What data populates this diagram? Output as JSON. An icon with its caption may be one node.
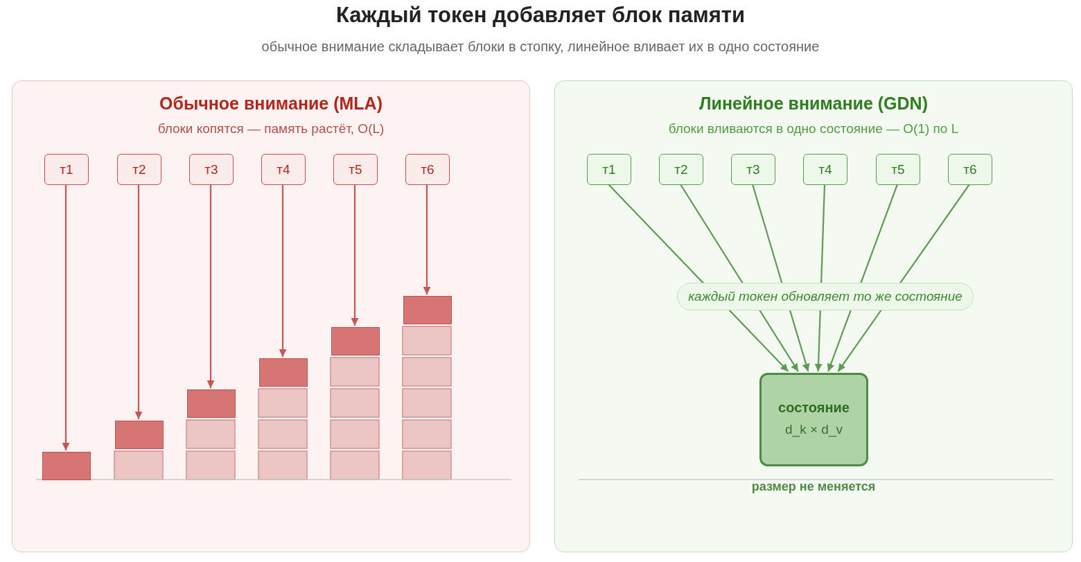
{
  "diagram": {
    "title": "Каждый токен добавляет блок памяти",
    "nodes": [
      {
        "text": [
          "Обычное внимание (MLA)",
          "блоки копятся — память растёт, O(L)"
        ]
      },
      {
        "text": [
          "т1"
        ],
        "in": 0
      },
      {
        "text": [
          "т2"
        ],
        "in": 0
      },
      {
        "text": [
          "т3"
        ],
        "in": 0
      },
      {
        "text": [
          "т4"
        ],
        "in": 0
      },
      {
        "text": [
          "т5"
        ],
        "in": 0
      },
      {
        "text": [
          "т6"
        ],
        "in": 0
      },
      {
        "text": [],
        "shape": "box",
        "in": 0
      },
      {
        "text": [],
        "shape": "box",
        "in": 0
      },
      {
        "text": [],
        "shape": "box",
        "in": 0
      },
      {
        "text": [],
        "shape": "box",
        "in": 0
      },
      {
        "text": [],
        "shape": "box",
        "in": 0
      },
      {
        "text": [],
        "shape": "box",
        "in": 0
      },
      {
        "text": [
          "Линейное внимание (GDN)",
          "блоки вливаются в одно состояние — O(1) по L"
        ]
      },
      {
        "text": [
          "т1"
        ],
        "in": 13
      },
      {
        "text": [
          "т2"
        ],
        "in": 13
      },
      {
        "text": [
          "т3"
        ],
        "in": 13
      },
      {
        "text": [
          "т4"
        ],
        "in": 13
      },
      {
        "text": [
          "т5"
        ],
        "in": 13
      },
      {
        "text": [
          "т6"
        ],
        "in": 13
      },
      {
        "text": [
          "состояние",
          "d_k × d_v"
        ],
        "in": 13
      }
    ],
    "edges": [
      {
        "from": 1,
        "to": 7,
        "arrow": "to",
        "color": "#c85555"
      },
      {
        "from": 2,
        "to": 8,
        "arrow": "to",
        "color": "#c85555"
      },
      {
        "from": 3,
        "to": 9,
        "arrow": "to",
        "color": "#c85555"
      },
      {
        "from": 4,
        "to": 10,
        "arrow": "to",
        "color": "#c85555"
      },
      {
        "from": 5,
        "to": 11,
        "arrow": "to",
        "color": "#c85555"
      },
      {
        "from": 6,
        "to": 12,
        "arrow": "to",
        "color": "#c85555"
      },
      {
        "from": 14,
        "to": 20,
        "arrow": "to",
        "color": "#5f9a55"
      },
      {
        "from": 15,
        "to": 20,
        "arrow": "to",
        "color": "#5f9a55"
      },
      {
        "from": 16,
        "to": 20,
        "arrow": "to",
        "color": "#5f9a55"
      },
      {
        "from": 17,
        "to": 20,
        "arrow": "to",
        "color": "#5f9a55"
      },
      {
        "from": 18,
        "to": 20,
        "arrow": "to",
        "color": "#5f9a55"
      },
      {
        "from": 19,
        "to": 20,
        "arrow": "to",
        "color": "#5f9a55"
      }
    ],
    "labels": [
      "обычное внимание складывает блоки в стопку, линейное вливает их в одно состояние",
      "каждый токен обновляет то же состояние",
      "размер не меняется"
    ]
  }
}
